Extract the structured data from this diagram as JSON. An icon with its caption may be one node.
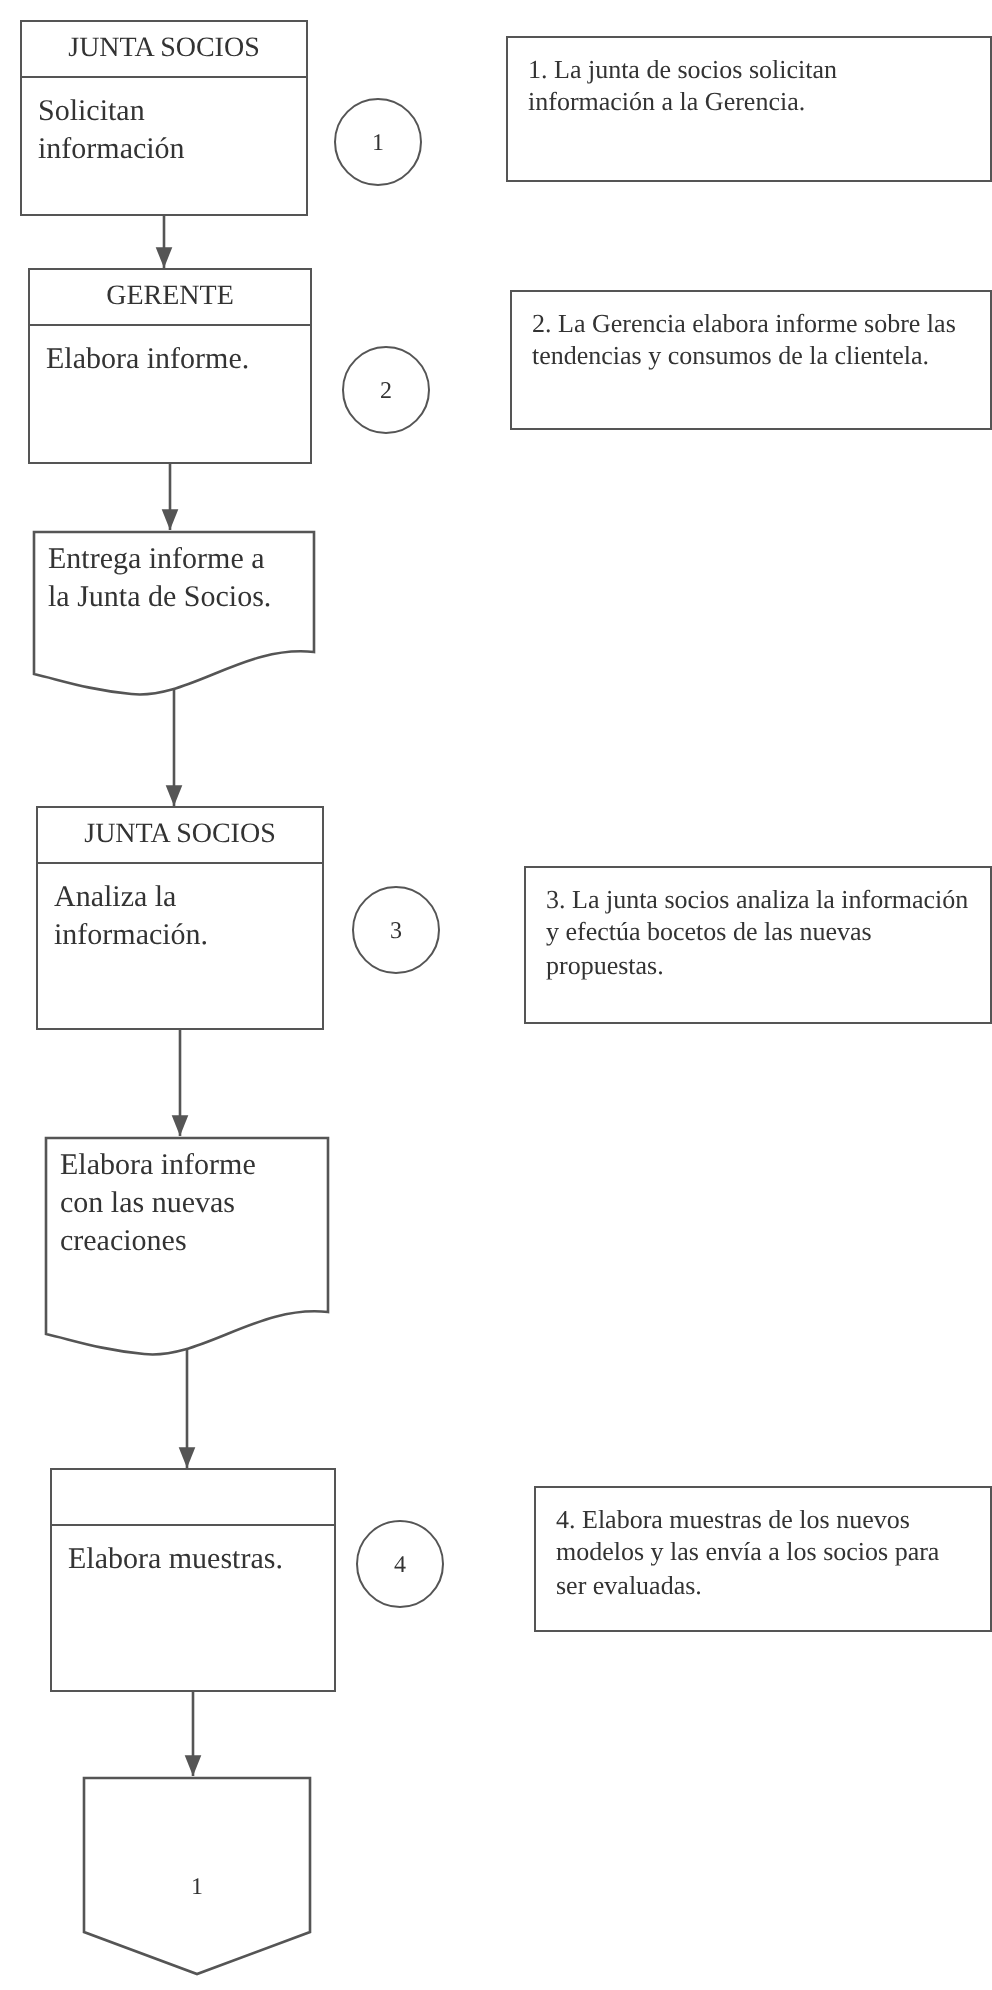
{
  "diagram": {
    "nodes": [
      {
        "text": [
          "JUNTA SOCIOS",
          "Solicitan información"
        ]
      },
      {
        "text": [
          "1"
        ]
      },
      {
        "text": [
          "1. La junta de socios solicitan información a la Gerencia."
        ]
      },
      {
        "text": [
          "GERENTE",
          "Elabora informe."
        ]
      },
      {
        "text": [
          "2"
        ]
      },
      {
        "text": [
          "2. La Gerencia elabora informe sobre las tendencias y consumos de la clientela."
        ]
      },
      {
        "text": [
          "Entrega informe a la  Junta de Socios."
        ]
      },
      {
        "text": [
          "JUNTA SOCIOS",
          "Analiza la información."
        ]
      },
      {
        "text": [
          "3"
        ]
      },
      {
        "text": [
          "3. La junta socios analiza la información  y efectúa bocetos de las nuevas propuestas."
        ]
      },
      {
        "text": [
          "Elabora informe con las nuevas creaciones"
        ]
      },
      {
        "text": [
          "Elabora muestras."
        ]
      },
      {
        "text": [
          "4"
        ]
      },
      {
        "text": [
          "4. Elabora muestras de los nuevos modelos y las envía a los socios para ser evaluadas."
        ]
      },
      {
        "text": [
          "1"
        ]
      }
    ],
    "edges": [
      {
        "from": 0,
        "to": 3,
        "arrow": "to"
      },
      {
        "from": 3,
        "to": 6,
        "arrow": "to"
      },
      {
        "from": 6,
        "to": 7,
        "arrow": "to"
      },
      {
        "from": 7,
        "to": 10,
        "arrow": "to"
      },
      {
        "from": 10,
        "to": 11,
        "arrow": "to"
      },
      {
        "from": 11,
        "to": 14,
        "arrow": "to"
      }
    ]
  }
}
